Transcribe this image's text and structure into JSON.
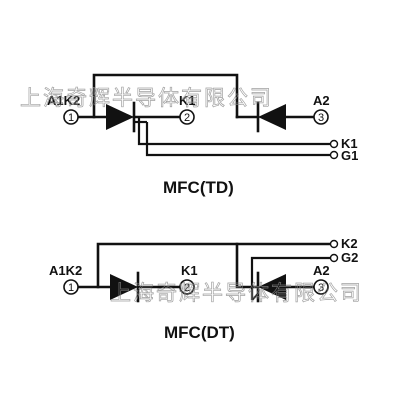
{
  "watermark": "上海奇辉半导体有限公司",
  "circuit_td": {
    "title": "MFC(TD)",
    "label_a1k2": "A1K2",
    "pin1": "1",
    "label_k1": "K1",
    "pin2": "2",
    "label_a2": "A2",
    "pin3": "3",
    "label_gate_k1": "K1",
    "label_gate_g1": "G1"
  },
  "circuit_dt": {
    "title": "MFC(DT)",
    "label_a1k2": "A1K2",
    "pin1": "1",
    "label_k1": "K1",
    "pin2": "2",
    "label_a2": "A2",
    "pin3": "3",
    "label_gate_k2": "K2",
    "label_gate_g2": "G2"
  },
  "colors": {
    "line": "#111111",
    "watermark": "#8a8a8a",
    "background": "#ffffff"
  }
}
